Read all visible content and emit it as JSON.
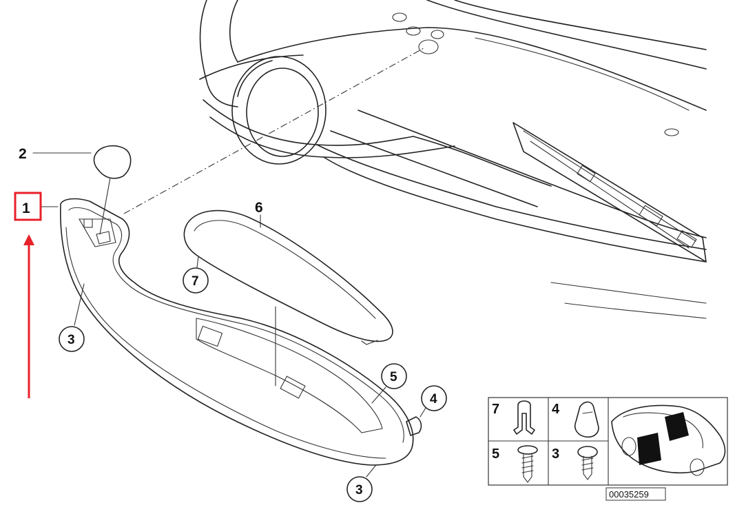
{
  "labels": {
    "part1": "1",
    "part2": "2",
    "part3_left": "3",
    "part3_bottom": "3",
    "part4": "4",
    "part5": "5",
    "part6": "6",
    "part7": "7"
  },
  "inset": {
    "cell_7": "7",
    "cell_4": "4",
    "cell_5": "5",
    "cell_3": "3"
  },
  "reference_number": "00035259",
  "colors": {
    "highlight": "#e8202a",
    "line": "#222222",
    "car_fill": "#111111"
  }
}
